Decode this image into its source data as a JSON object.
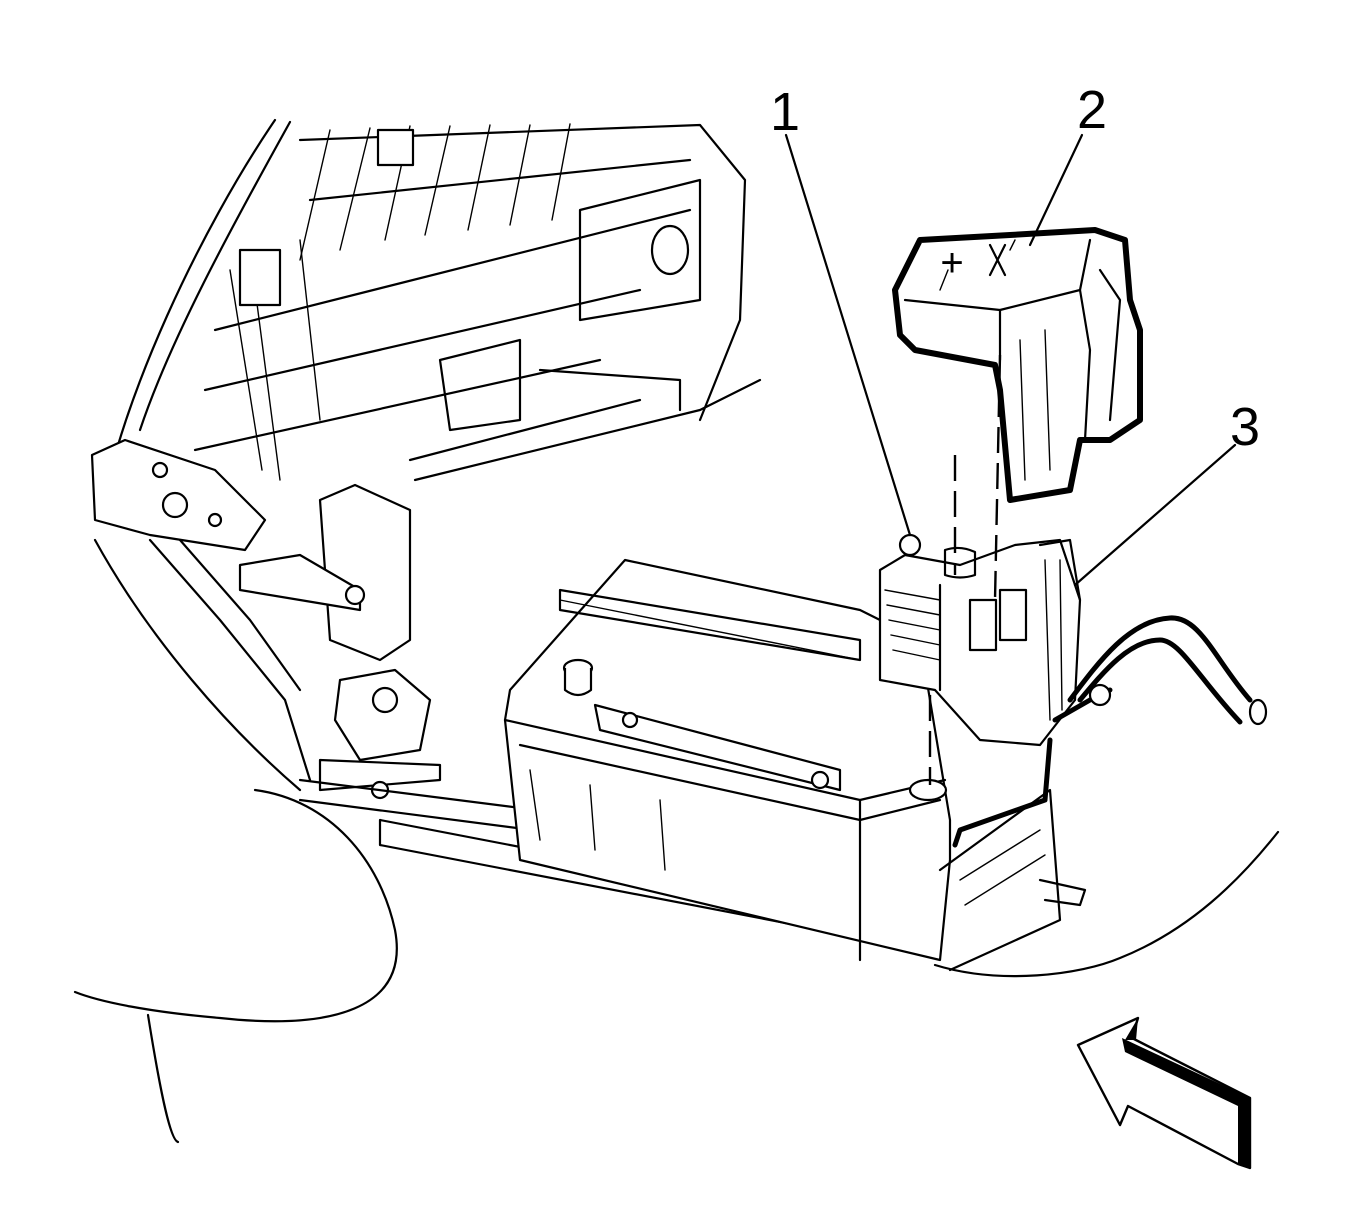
{
  "callouts": {
    "c1": "1",
    "c2": "2",
    "c3": "3"
  },
  "cover_marks": {
    "plus": "+"
  }
}
